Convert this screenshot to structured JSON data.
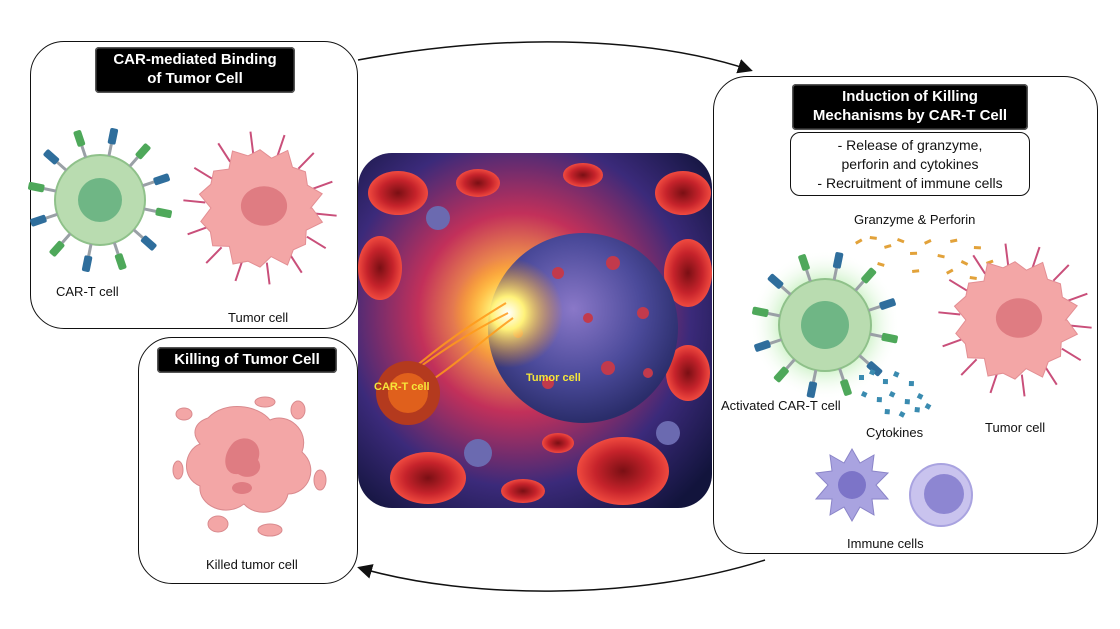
{
  "panels": {
    "binding": {
      "title_line1": "CAR-mediated Binding",
      "title_line2": "of Tumor Cell",
      "car_t_label": "CAR-T cell",
      "tumor_label": "Tumor cell"
    },
    "killing": {
      "title": "Killing of Tumor Cell",
      "killed_label": "Killed tumor cell"
    },
    "induction": {
      "title_line1": "Induction of Killing",
      "title_line2": "Mechanisms by CAR-T Cell",
      "bullet1": "- Release of granzyme,",
      "bullet2": "perforin and cytokines",
      "bullet3": "- Recruitment of immune cells",
      "granzyme_label": "Granzyme & Perforin",
      "activated_label": "Activated CAR-T cell",
      "cytokines_label": "Cytokines",
      "tumor_label": "Tumor cell",
      "immune_label": "Immune cells"
    },
    "center": {
      "car_t_tag": "CAR-T cell",
      "tumor_tag": "Tumor cell"
    }
  },
  "colors": {
    "car_t_fill": "#b9dcb0",
    "car_t_nucleus": "#6fb685",
    "tumor_fill": "#f3a6a6",
    "tumor_nucleus": "#df7c82",
    "receptor_green": "#4ea85a",
    "receptor_blue": "#2f6e9c",
    "granzyme": "#e2a23a",
    "cytokine": "#3a8bb0",
    "immune_purple": "#a9a3e0",
    "center_tag_yellow": "#f6e63a"
  }
}
